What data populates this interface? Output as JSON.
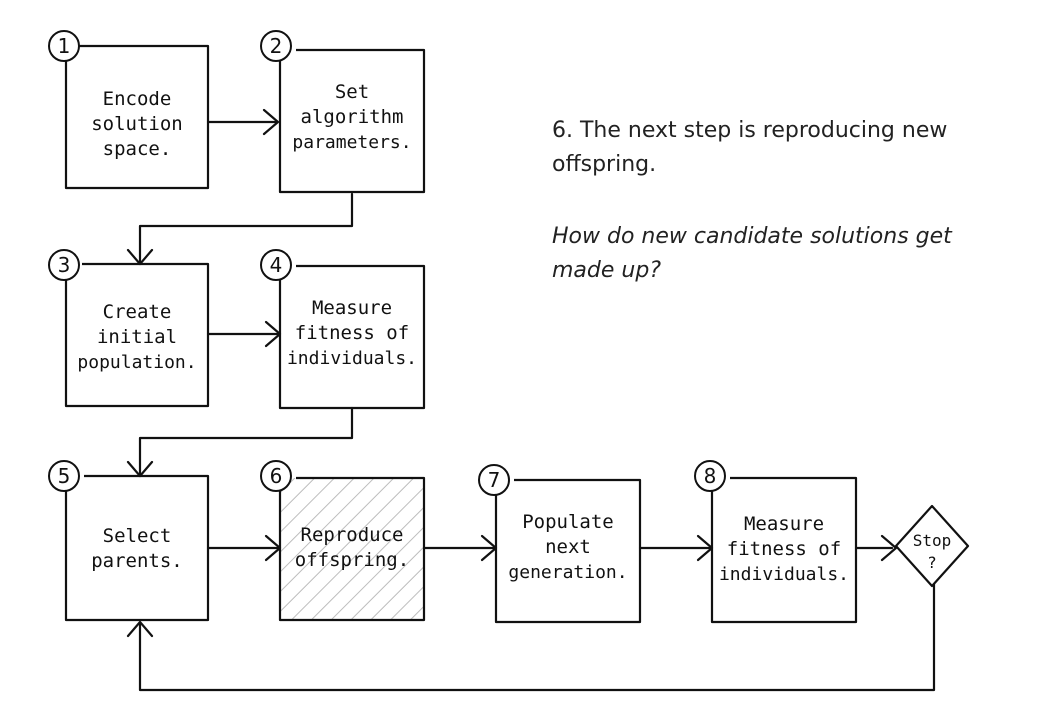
{
  "steps": [
    {
      "number": "1",
      "lines": [
        "Encode",
        "solution",
        "space."
      ]
    },
    {
      "number": "2",
      "lines": [
        "Set",
        "algorithm",
        "parameters."
      ]
    },
    {
      "number": "3",
      "lines": [
        "Create",
        "initial",
        "population."
      ]
    },
    {
      "number": "4",
      "lines": [
        "Measure",
        "fitness of",
        "individuals."
      ]
    },
    {
      "number": "5",
      "lines": [
        "Select",
        "parents."
      ]
    },
    {
      "number": "6",
      "lines": [
        "Reproduce",
        "offspring."
      ],
      "highlighted": true
    },
    {
      "number": "7",
      "lines": [
        "Populate",
        "next",
        "generation."
      ]
    },
    {
      "number": "8",
      "lines": [
        "Measure",
        "fitness of",
        "individuals."
      ]
    }
  ],
  "decision": {
    "lines": [
      "Stop",
      "?"
    ]
  },
  "notes": {
    "statement": "6. The next step is reproducing new offspring.",
    "question": "How do new candidate solutions get made up?"
  },
  "colors": {
    "stroke": "#111111",
    "hatch": "#bdbdbd",
    "highlight_fill": "#f3f3f3"
  }
}
